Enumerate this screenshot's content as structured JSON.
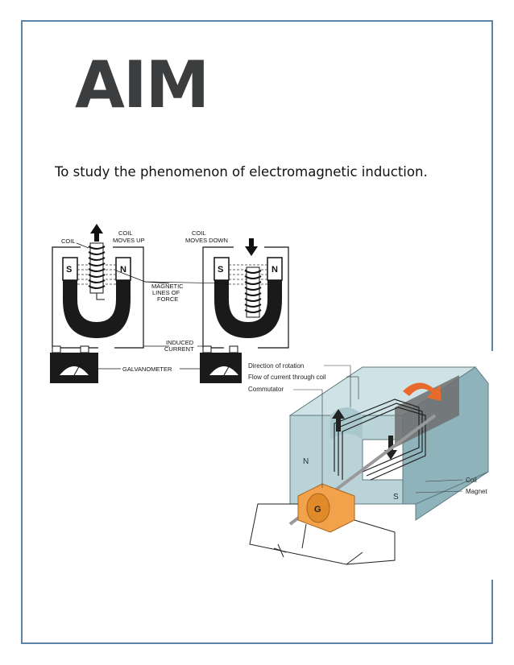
{
  "page": {
    "title": "AIM",
    "aim_statement": "To study the phenomenon of electromagnetic induction.",
    "accent_colors": {
      "frame_border": "#5d84a8",
      "title": "#3c3d3e"
    }
  },
  "figure_induction": {
    "labels": {
      "coil": "COIL",
      "coil_moves_up_1": "COIL",
      "coil_moves_up_2": "MOVES UP",
      "coil_moves_down_1": "COIL",
      "coil_moves_down_2": "MOVES DOWN",
      "magnetic_1": "MAGNETIC",
      "magnetic_2": "LINES OF",
      "magnetic_3": "FORCE",
      "induced_1": "INDUCED",
      "induced_2": "CURRENT",
      "galvanometer": "GALVANOMETER",
      "pole_s": "S",
      "pole_n": "N"
    }
  },
  "figure_generator": {
    "labels": {
      "direction_of_rotation": "Direction of rotation",
      "flow_of_current": "Flow of current through coil",
      "commutator": "Commutator",
      "coil": "Coil",
      "magnet": "Magnet",
      "pole_n": "N",
      "pole_s": "S",
      "galvanometer_g": "G"
    }
  }
}
